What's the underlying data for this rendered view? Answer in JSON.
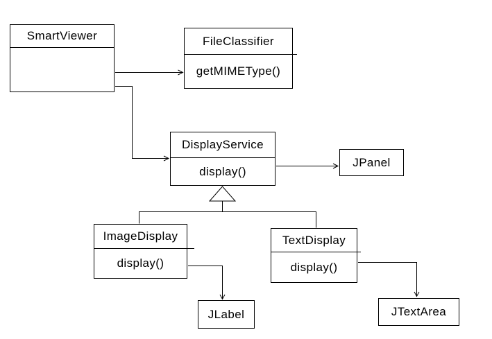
{
  "diagram": {
    "type": "uml-class-diagram",
    "classes": [
      {
        "id": "smartviewer",
        "name": "SmartViewer",
        "methods": []
      },
      {
        "id": "fileclassifier",
        "name": "FileClassifier",
        "methods": [
          "getMIMEType()"
        ]
      },
      {
        "id": "displayservice",
        "name": "DisplayService",
        "methods": [
          "display()"
        ]
      },
      {
        "id": "jpanel",
        "name": "JPanel",
        "methods": []
      },
      {
        "id": "imagedisplay",
        "name": "ImageDisplay",
        "methods": [
          "display()"
        ]
      },
      {
        "id": "textdisplay",
        "name": "TextDisplay",
        "methods": [
          "display()"
        ]
      },
      {
        "id": "jlabel",
        "name": "JLabel",
        "methods": []
      },
      {
        "id": "jtextarea",
        "name": "JTextArea",
        "methods": []
      }
    ],
    "edges": [
      {
        "from": "SmartViewer",
        "to": "FileClassifier",
        "type": "association-arrow"
      },
      {
        "from": "SmartViewer",
        "to": "DisplayService",
        "type": "association-arrow"
      },
      {
        "from": "DisplayService",
        "to": "JPanel",
        "type": "association-arrow"
      },
      {
        "from": "ImageDisplay",
        "to": "DisplayService",
        "type": "generalization"
      },
      {
        "from": "TextDisplay",
        "to": "DisplayService",
        "type": "generalization"
      },
      {
        "from": "ImageDisplay",
        "to": "JLabel",
        "type": "association-arrow"
      },
      {
        "from": "TextDisplay",
        "to": "JTextArea",
        "type": "association-arrow"
      }
    ],
    "colors": {
      "background": "#ffffff",
      "line": "#000000",
      "box_fill": "#ffffff",
      "text": "#000000"
    }
  }
}
